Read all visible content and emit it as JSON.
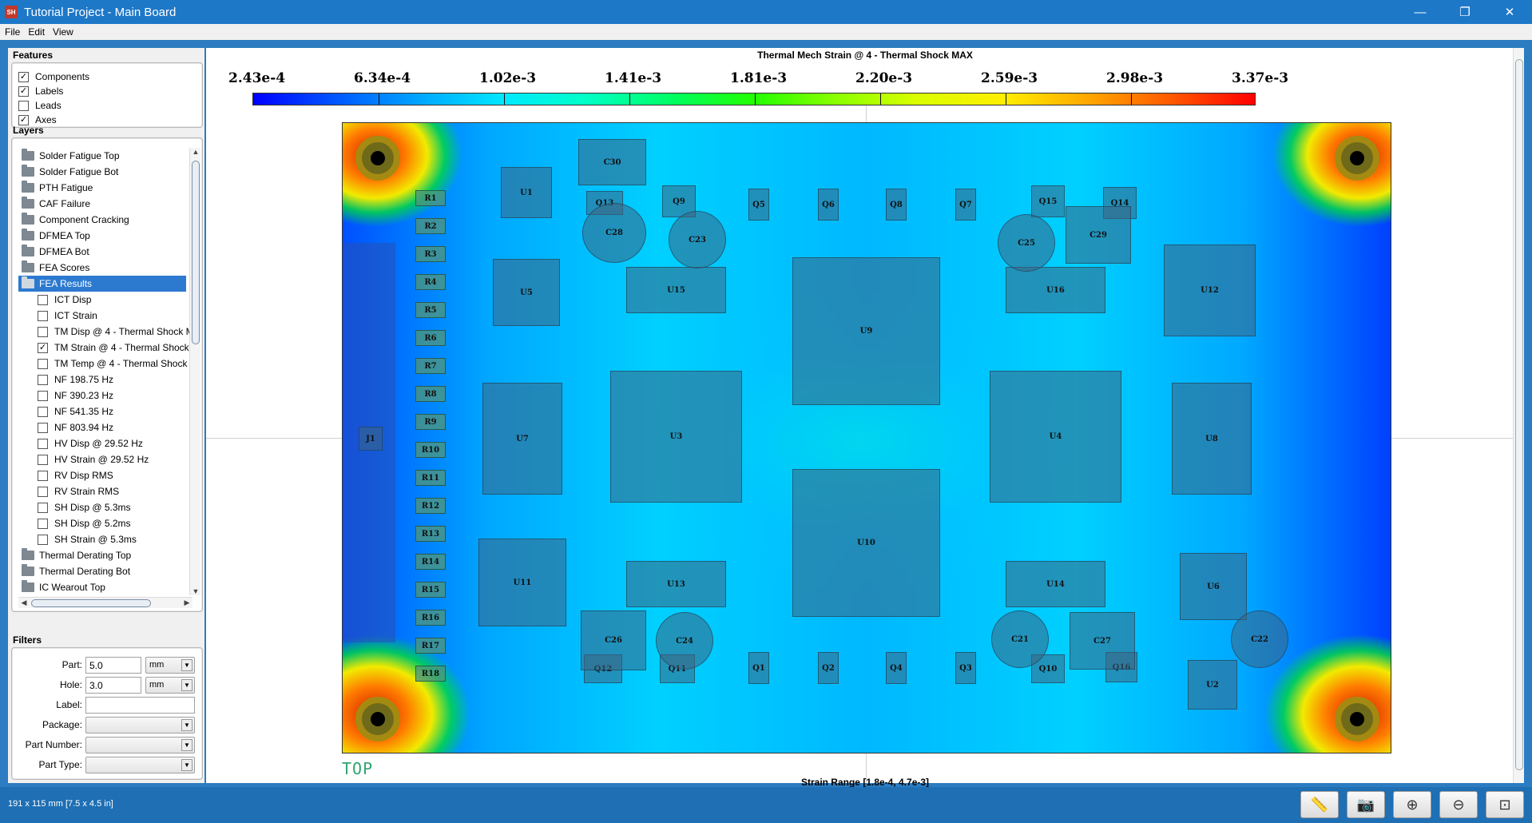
{
  "window": {
    "title": "Tutorial Project - Main Board",
    "app_icon": "SH",
    "controls": {
      "minimize": "—",
      "restore": "❐",
      "close": "✕"
    }
  },
  "menu": [
    "File",
    "Edit",
    "View"
  ],
  "features": {
    "title": "Features",
    "items": [
      {
        "label": "Components",
        "checked": true
      },
      {
        "label": "Labels",
        "checked": true
      },
      {
        "label": "Leads",
        "checked": false
      },
      {
        "label": "Axes",
        "checked": true
      }
    ]
  },
  "layers": {
    "title": "Layers",
    "items": [
      {
        "label": "Solder Fatigue Top",
        "type": "folder"
      },
      {
        "label": "Solder Fatigue Bot",
        "type": "folder"
      },
      {
        "label": "PTH Fatigue",
        "type": "folder"
      },
      {
        "label": "CAF Failure",
        "type": "folder"
      },
      {
        "label": "Component Cracking",
        "type": "folder"
      },
      {
        "label": "DFMEA Top",
        "type": "folder"
      },
      {
        "label": "DFMEA Bot",
        "type": "folder"
      },
      {
        "label": "FEA Scores",
        "type": "folder"
      },
      {
        "label": "FEA Results",
        "type": "folder",
        "selected": true
      },
      {
        "label": "ICT Disp",
        "type": "child",
        "checked": false
      },
      {
        "label": "ICT Strain",
        "type": "child",
        "checked": false
      },
      {
        "label": "TM Disp @ 4 - Thermal Shock M",
        "type": "child",
        "checked": false
      },
      {
        "label": "TM Strain @ 4 - Thermal Shock",
        "type": "child",
        "checked": true
      },
      {
        "label": "TM Temp @ 4 - Thermal Shock",
        "type": "child",
        "checked": false
      },
      {
        "label": "NF 198.75 Hz",
        "type": "child",
        "checked": false
      },
      {
        "label": "NF 390.23 Hz",
        "type": "child",
        "checked": false
      },
      {
        "label": "NF 541.35 Hz",
        "type": "child",
        "checked": false
      },
      {
        "label": "NF 803.94 Hz",
        "type": "child",
        "checked": false
      },
      {
        "label": "HV Disp @ 29.52 Hz",
        "type": "child",
        "checked": false
      },
      {
        "label": "HV Strain @ 29.52 Hz",
        "type": "child",
        "checked": false
      },
      {
        "label": "RV Disp RMS",
        "type": "child",
        "checked": false
      },
      {
        "label": "RV Strain RMS",
        "type": "child",
        "checked": false
      },
      {
        "label": "SH Disp @ 5.3ms",
        "type": "child",
        "checked": false
      },
      {
        "label": "SH Disp @ 5.2ms",
        "type": "child",
        "checked": false
      },
      {
        "label": "SH Strain @ 5.3ms",
        "type": "child",
        "checked": false
      },
      {
        "label": "Thermal Derating Top",
        "type": "folder"
      },
      {
        "label": "Thermal Derating Bot",
        "type": "folder"
      },
      {
        "label": "IC Wearout Top",
        "type": "folder"
      }
    ]
  },
  "filters": {
    "title": "Filters",
    "part_label": "Part:",
    "part_value": "5.0",
    "part_unit": "mm",
    "hole_label": "Hole:",
    "hole_value": "3.0",
    "hole_unit": "mm",
    "label_label": "Label:",
    "label_value": "",
    "package_label": "Package:",
    "package_value": "",
    "part_number_label": "Part Number:",
    "part_number_value": "",
    "part_type_label": "Part Type:",
    "part_type_value": ""
  },
  "plot": {
    "title": "Thermal Mech Strain @ 4 - Thermal Shock MAX",
    "legend_ticks": [
      "2.43e-4",
      "6.34e-4",
      "1.02e-3",
      "1.41e-3",
      "1.81e-3",
      "2.20e-3",
      "2.59e-3",
      "2.98e-3",
      "3.37e-3"
    ],
    "strain_range": "Strain Range [1.8e-4, 4.7e-3]",
    "side_label": "TOP"
  },
  "board_labels": {
    "J1": "J1",
    "resistors": [
      "R1",
      "R2",
      "R3",
      "R4",
      "R5",
      "R6",
      "R7",
      "R8",
      "R9",
      "R10",
      "R11",
      "R12",
      "R13",
      "R14",
      "R15",
      "R16",
      "R17",
      "R18"
    ],
    "U1": "U1",
    "U2": "U2",
    "U3": "U3",
    "U4": "U4",
    "U5": "U5",
    "U6": "U6",
    "U7": "U7",
    "U8": "U8",
    "U9": "U9",
    "U10": "U10",
    "U11": "U11",
    "U12": "U12",
    "U13": "U13",
    "U14": "U14",
    "U15": "U15",
    "U16": "U16",
    "Q1": "Q1",
    "Q2": "Q2",
    "Q3": "Q3",
    "Q4": "Q4",
    "Q5": "Q5",
    "Q6": "Q6",
    "Q7": "Q7",
    "Q8": "Q8",
    "Q9": "Q9",
    "Q10": "Q10",
    "Q11": "Q11",
    "Q12": "Q12",
    "Q13": "Q13",
    "Q14": "Q14",
    "Q15": "Q15",
    "Q16": "Q16",
    "C21": "C21",
    "C22": "C22",
    "C23": "C23",
    "C24": "C24",
    "C25": "C25",
    "C26": "C26",
    "C27": "C27",
    "C28": "C28",
    "C29": "C29",
    "C30": "C30"
  },
  "status": {
    "dimensions": "191 x 115 mm  [7.5 x 4.5 in]"
  },
  "toolbar_icons": [
    "ruler-icon",
    "camera-icon",
    "zoom-in-icon",
    "zoom-out-icon",
    "zoom-fit-icon"
  ]
}
